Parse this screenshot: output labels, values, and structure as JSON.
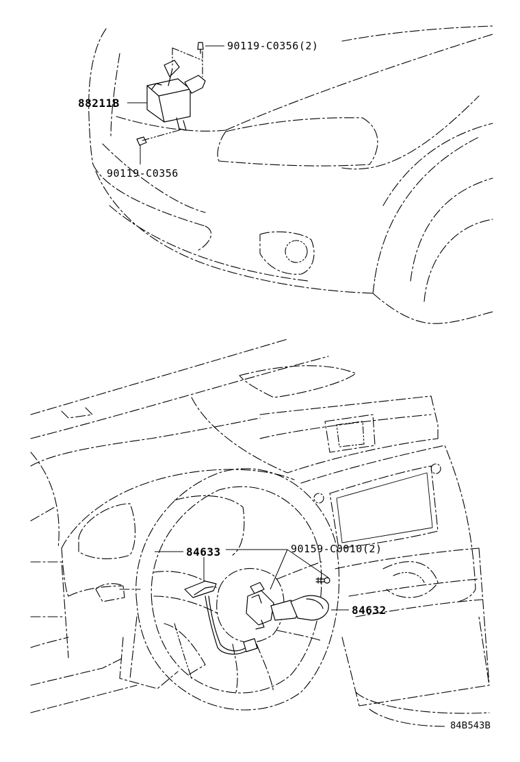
{
  "callouts": {
    "bolt_top": "90119-C0356(2)",
    "sensor": "88211B",
    "bolt_lower": "90119-C0356",
    "switch_left": "84633",
    "screw": "90159-C0010(2)",
    "switch_right": "84632"
  },
  "diagram_code": "84B543B"
}
